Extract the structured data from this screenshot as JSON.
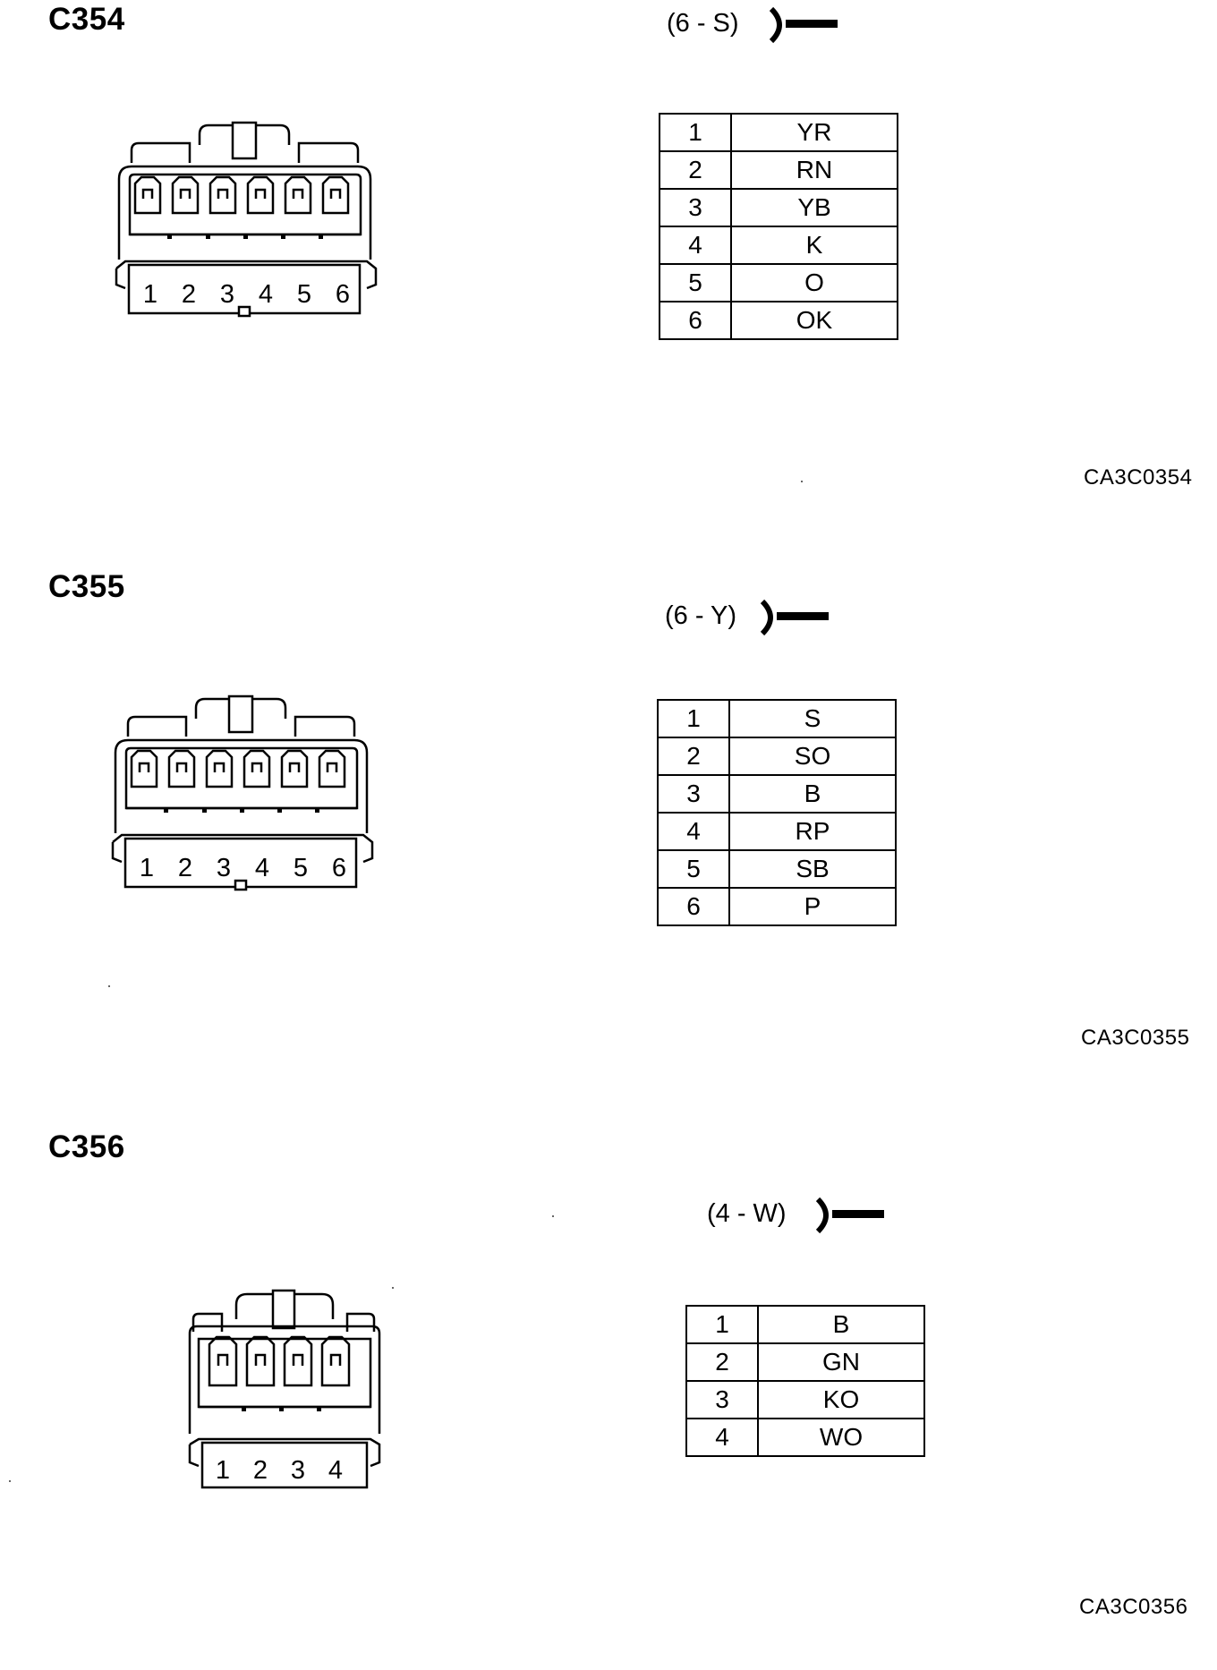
{
  "connectors": [
    {
      "id": "C354",
      "spec": "(6 - S)",
      "pin_labels": [
        "1",
        "2",
        "3",
        "4",
        "5",
        "6"
      ],
      "pins": [
        {
          "pin": "1",
          "wire": "YR"
        },
        {
          "pin": "2",
          "wire": "RN"
        },
        {
          "pin": "3",
          "wire": "YB"
        },
        {
          "pin": "4",
          "wire": "K"
        },
        {
          "pin": "5",
          "wire": "O"
        },
        {
          "pin": "6",
          "wire": "OK"
        }
      ],
      "ref": "CA3C0354"
    },
    {
      "id": "C355",
      "spec": "(6 - Y)",
      "pin_labels": [
        "1",
        "2",
        "3",
        "4",
        "5",
        "6"
      ],
      "pins": [
        {
          "pin": "1",
          "wire": "S"
        },
        {
          "pin": "2",
          "wire": "SO"
        },
        {
          "pin": "3",
          "wire": "B"
        },
        {
          "pin": "4",
          "wire": "RP"
        },
        {
          "pin": "5",
          "wire": "SB"
        },
        {
          "pin": "6",
          "wire": "P"
        }
      ],
      "ref": "CA3C0355"
    },
    {
      "id": "C356",
      "spec": "(4 - W)",
      "pin_labels": [
        "1",
        "2",
        "3",
        "4"
      ],
      "pins": [
        {
          "pin": "1",
          "wire": "B"
        },
        {
          "pin": "2",
          "wire": "GN"
        },
        {
          "pin": "3",
          "wire": "KO"
        },
        {
          "pin": "4",
          "wire": "WO"
        }
      ],
      "ref": "CA3C0356"
    }
  ]
}
